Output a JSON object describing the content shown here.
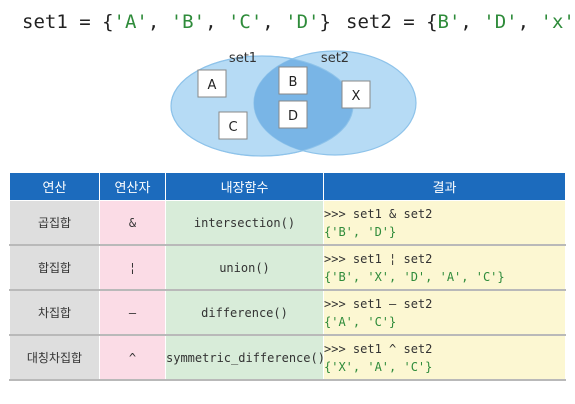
{
  "set1_def": {
    "prefix": "set1 = {",
    "items": [
      "'A'",
      "'B'",
      "'C'",
      "'D'"
    ],
    "suffix": "}"
  },
  "set2_def": {
    "prefix": "set2 = {",
    "items": [
      "B'",
      "'D'",
      "'x'"
    ],
    "suffix": "}"
  },
  "venn": {
    "set1_label": "set1",
    "set2_label": "set2",
    "elements": [
      "A",
      "C",
      "B",
      "D",
      "X"
    ],
    "colors": {
      "circle_fill": "#b6dbf5",
      "circle_stroke": "#8ec3ea",
      "overlap_fill": "#79b5e6"
    }
  },
  "table": {
    "headers": [
      "연산",
      "연산자",
      "내장함수",
      "결과"
    ],
    "rows": [
      {
        "op": "곱집합",
        "symbol": "&",
        "func": "intersection()",
        "code": ">>> set1 & set2",
        "output": "{'B', 'D'}"
      },
      {
        "op": "합집합",
        "symbol": "¦",
        "func": "union()",
        "code": ">>> set1 ¦ set2",
        "output": "{'B', 'X', 'D', 'A', 'C'}"
      },
      {
        "op": "차집합",
        "symbol": "–",
        "func": "difference()",
        "code": ">>> set1 – set2",
        "output": "{'A', 'C'}"
      },
      {
        "op": "대칭차집합",
        "symbol": "^",
        "func": "symmetric_difference()",
        "code": ">>> set1 ^ set2",
        "output": "{'X', 'A', 'C'}"
      }
    ],
    "colors": {
      "header_bg": "#1c6bbd",
      "op_bg": "#dedede",
      "symbol_bg": "#fbdce6",
      "func_bg": "#d8ecd9",
      "result_bg": "#fcf7d2",
      "output_text": "#2e8b3a"
    }
  }
}
